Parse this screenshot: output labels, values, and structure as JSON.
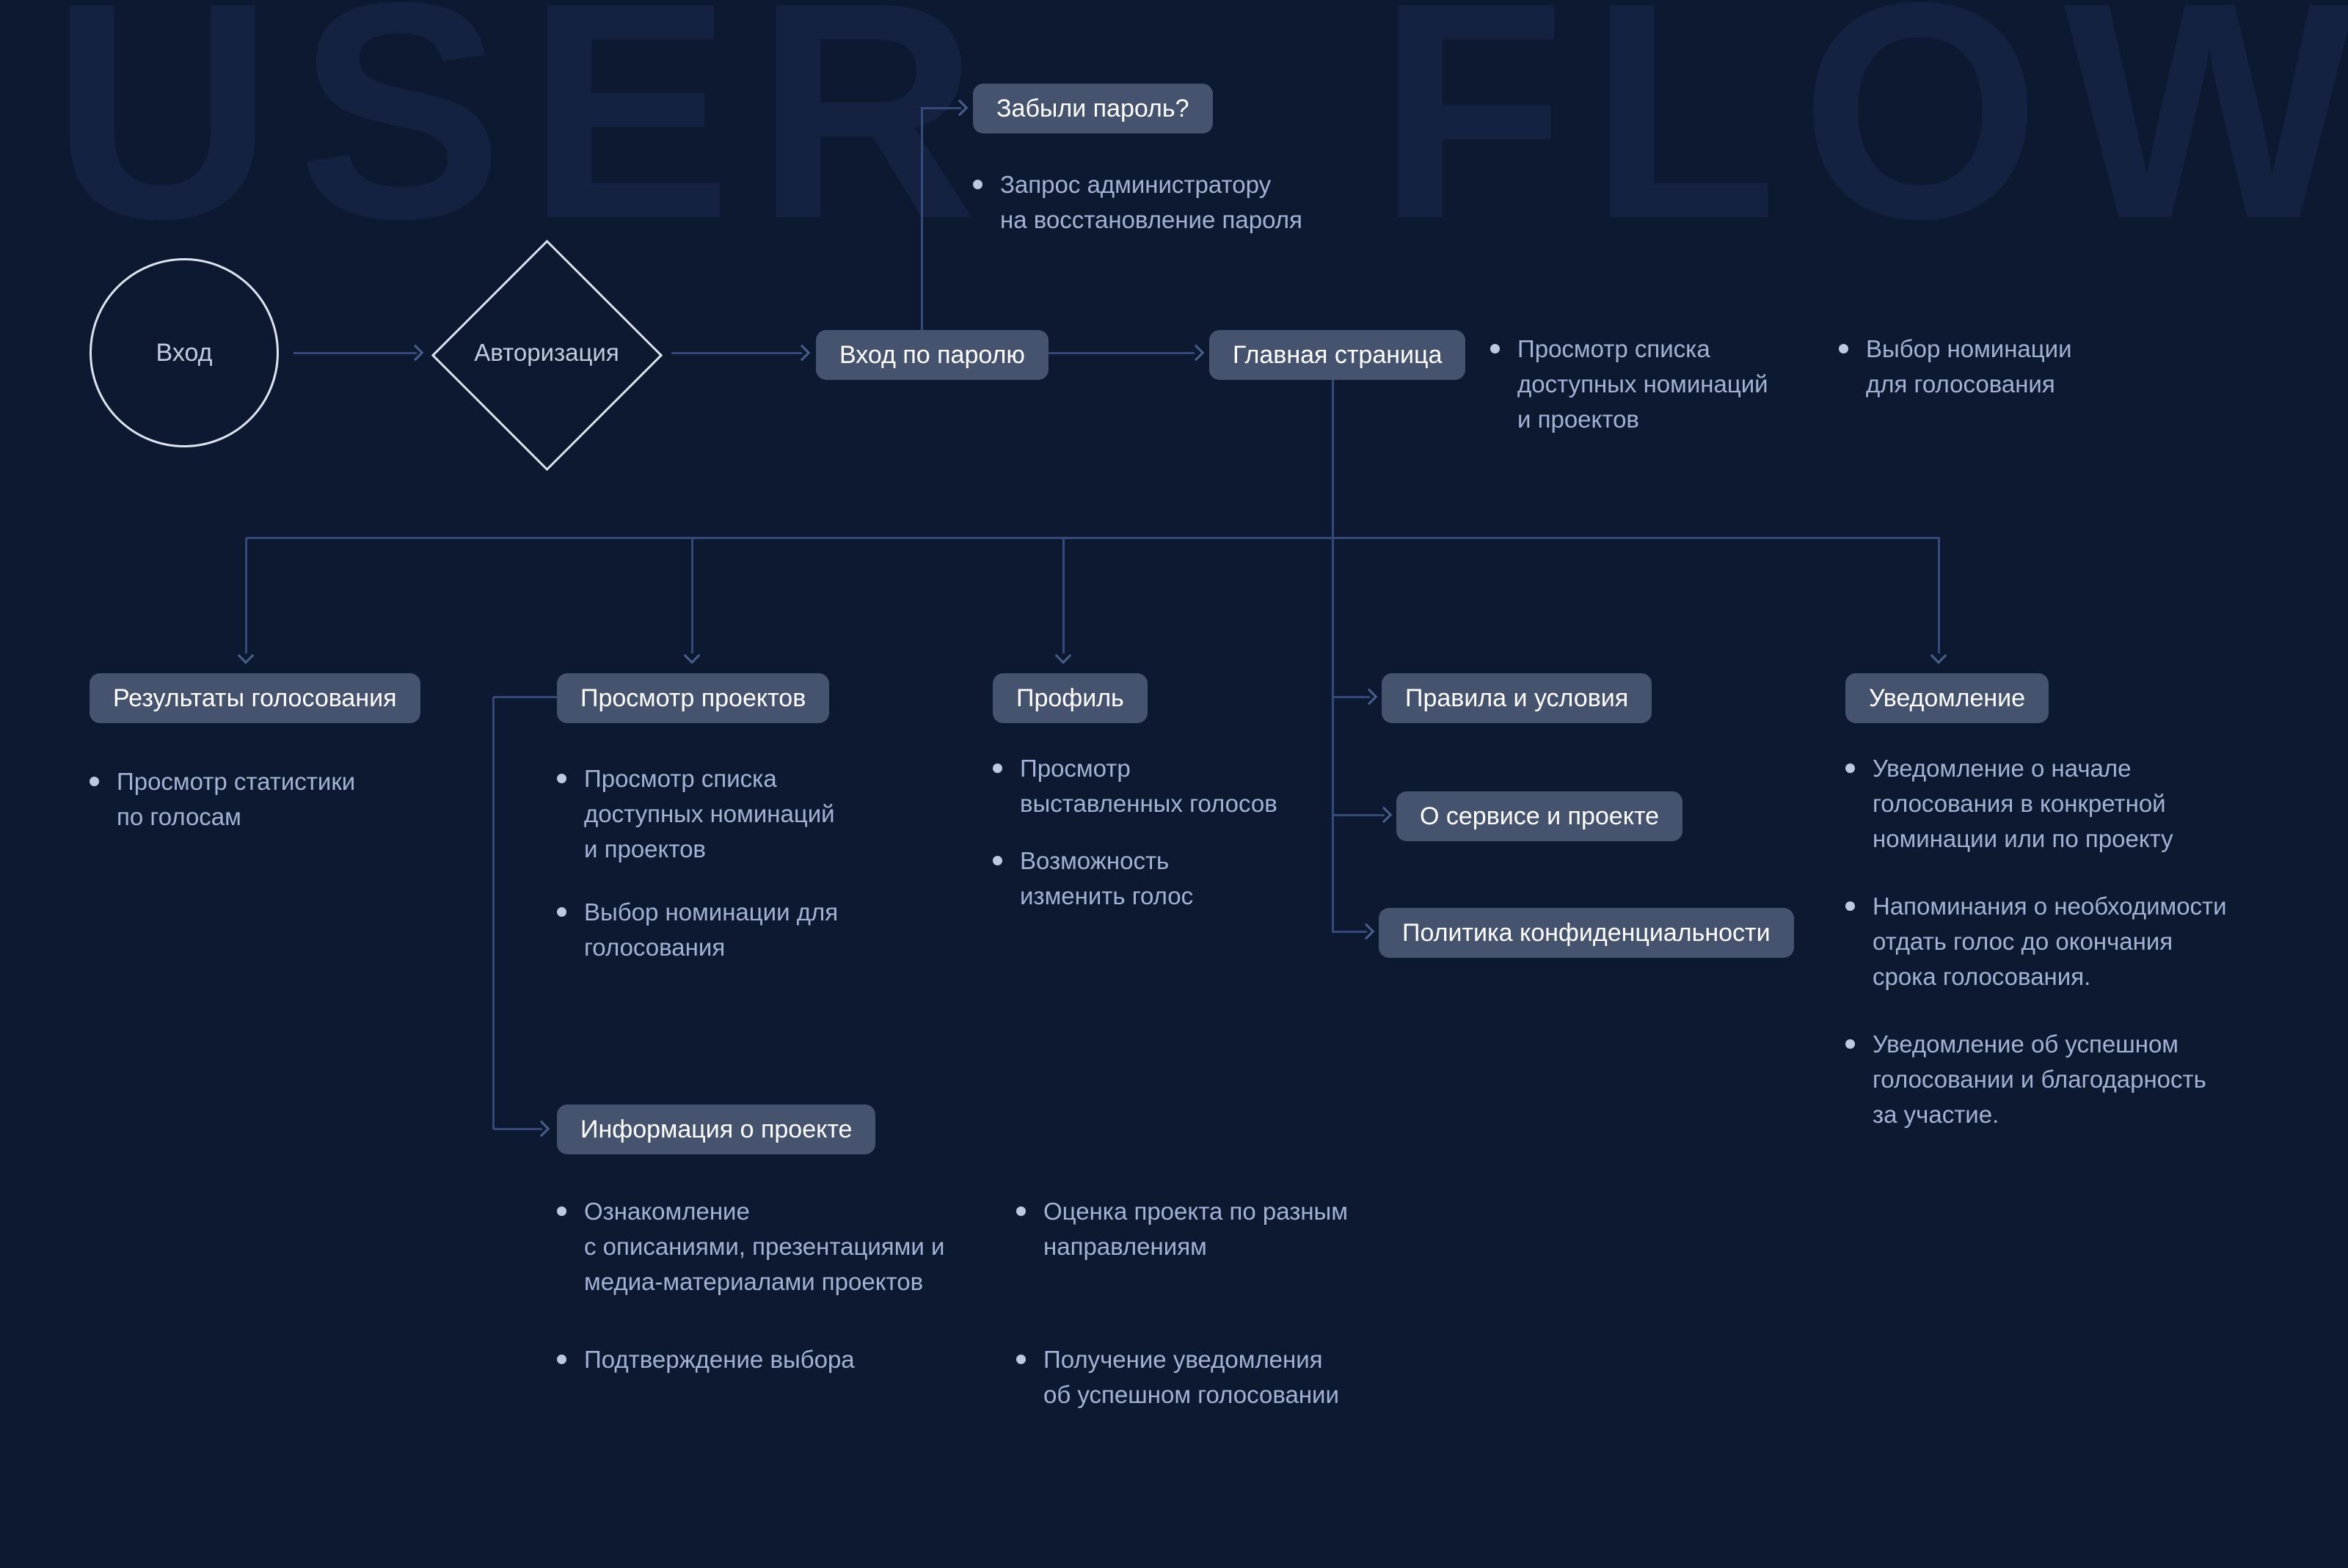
{
  "watermark": {
    "left": "USER",
    "right": "FLOW"
  },
  "colors": {
    "background": "#0d1931",
    "node_fill": "#46536f",
    "node_text": "#ffffff",
    "connector": "#35497a",
    "bullet_text": "#a3b2d4",
    "shape_stroke": "#dde4f1",
    "watermark": "#152140"
  },
  "nodes": {
    "start": "Вход",
    "auth": "Авторизация",
    "password_login": "Вход по паролю",
    "forgot_password": "Забыли пароль?",
    "main_page": "Главная страница",
    "results": "Результаты голосования",
    "projects": "Просмотр проектов",
    "profile": "Профиль",
    "terms": "Правила и условия",
    "about": "О сервисе и проекте",
    "privacy": "Политика конфиденциальности",
    "notification": "Уведомление",
    "project_info": "Информация о проекте"
  },
  "bullets": {
    "forgot_password": [
      "Запрос администратору\nна восстановление пароля"
    ],
    "main_page": [
      "Просмотр списка\nдоступных номинаций\nи проектов",
      "Выбор номинации\nдля голосования"
    ],
    "results": [
      "Просмотр статистики\nпо голосам"
    ],
    "projects": [
      "Просмотр списка\nдоступных номинаций\nи проектов",
      "Выбор номинации для\nголосования"
    ],
    "profile": [
      "Просмотр\nвыставленных голосов",
      "Возможность\nизменить голос"
    ],
    "project_info_left": [
      "Ознакомление\nс описаниями, презентациями и\nмедиа-материалами проектов",
      "Подтверждение выбора"
    ],
    "project_info_right": [
      "Оценка проекта по разным\nнаправлениям",
      "Получение уведомления\nоб успешном голосовании"
    ],
    "notification": [
      "Уведомление о начале\nголосования в конкретной\nноминации или по проекту",
      "Напоминания о необходимости\nотдать голос до окончания\nсрока голосования.",
      "Уведомление об успешном\nголосовании и благодарность\nза участие."
    ]
  }
}
